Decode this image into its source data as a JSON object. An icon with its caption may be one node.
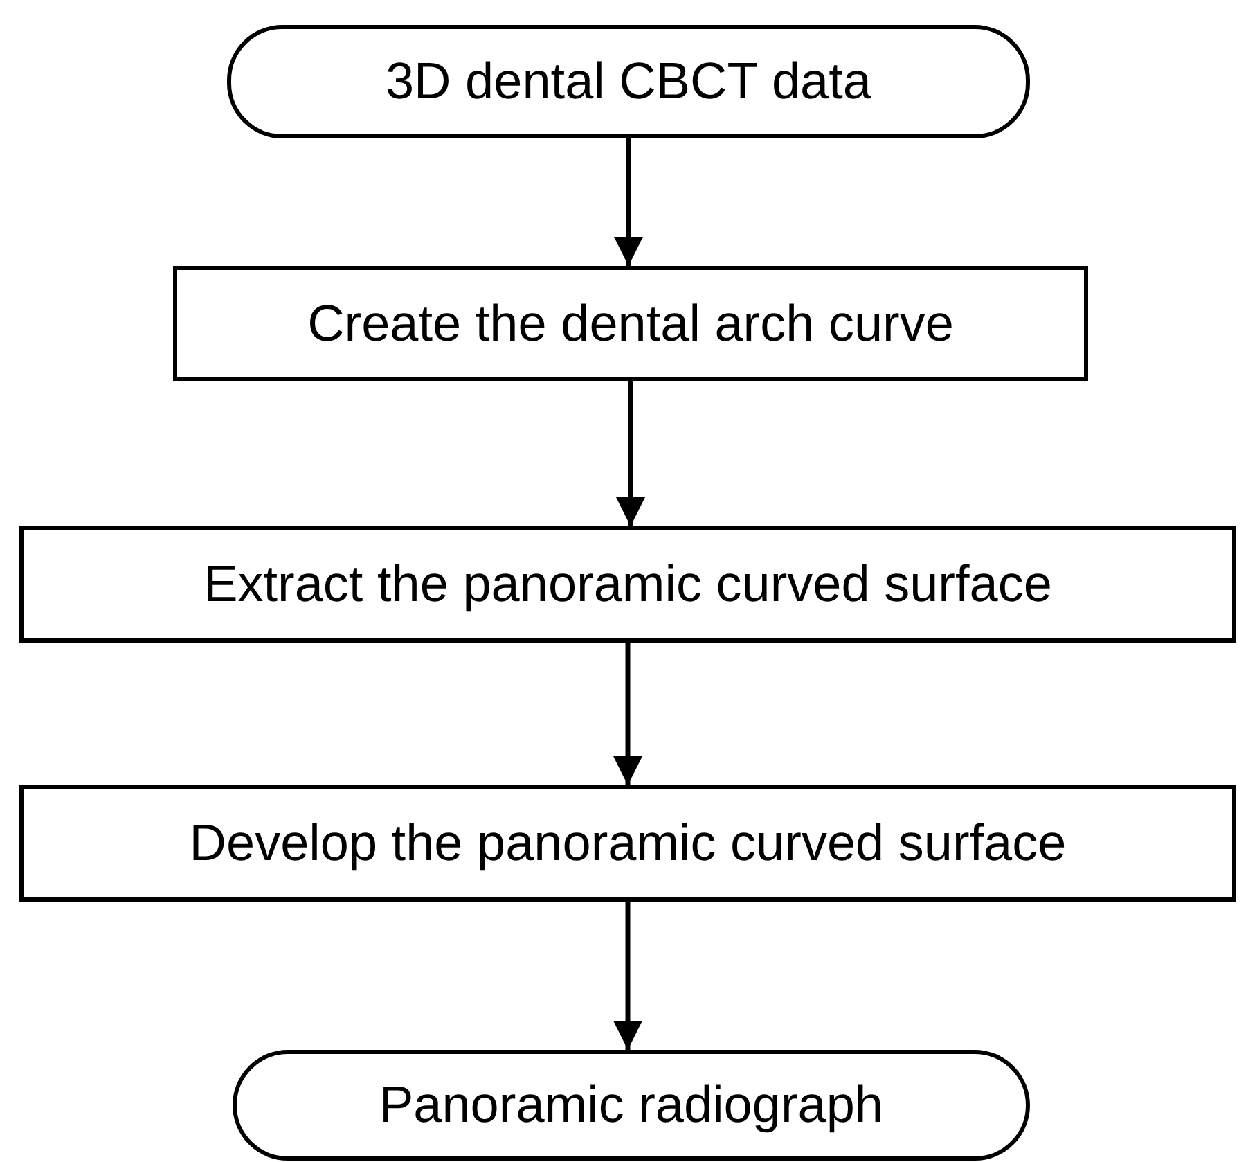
{
  "diagram": {
    "nodes": [
      {
        "text": [
          "3D dental CBCT data"
        ]
      },
      {
        "text": [
          "Create the dental arch curve"
        ]
      },
      {
        "text": [
          "Extract the panoramic curved surface"
        ]
      },
      {
        "text": [
          "Develop the panoramic curved surface"
        ]
      },
      {
        "text": [
          "Panoramic radiograph"
        ]
      }
    ],
    "edges": [
      {
        "from": 0,
        "to": 1,
        "arrow": "to"
      },
      {
        "from": 1,
        "to": 2,
        "arrow": "to"
      },
      {
        "from": 2,
        "to": 3,
        "arrow": "to"
      },
      {
        "from": 3,
        "to": 4,
        "arrow": "to"
      }
    ]
  }
}
